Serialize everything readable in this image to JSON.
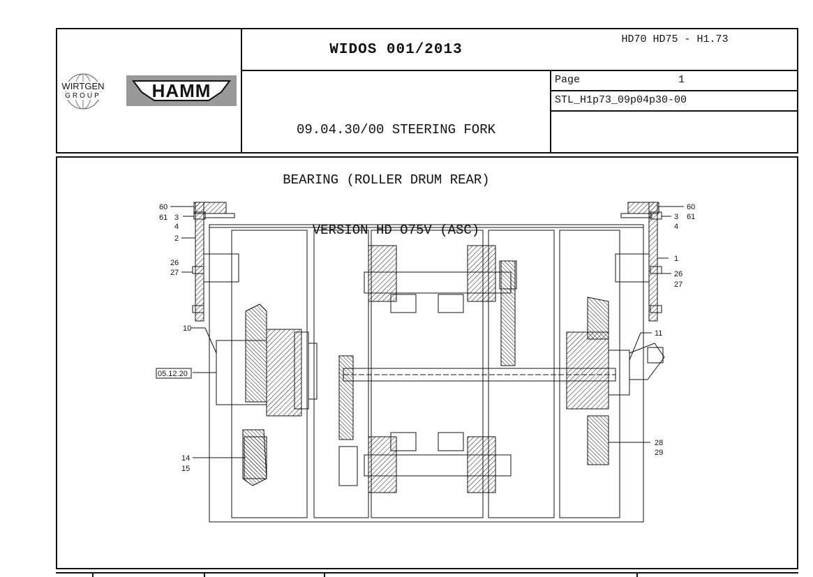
{
  "header": {
    "document_code": "WIDOS 001/2013",
    "models": "HD70 HD75 - H1.73",
    "description_lines": [
      "09.04.30/00 STEERING FORK",
      "BEARING (ROLLER DRUM REAR)",
      "VERSION HD O75V (ASC)"
    ],
    "page_label": "Page",
    "page_number": "1",
    "file_id": "STL_H1p73_09p04p30-00"
  },
  "logos": {
    "wirtgen_line1": "WIRTGEN",
    "wirtgen_line2": "GROUP",
    "hamm": "HAMM"
  },
  "drawing": {
    "callouts_left": [
      "60",
      "61",
      "3",
      "4",
      "2",
      "26",
      "27",
      "10",
      "05.12.20",
      "14",
      "15"
    ],
    "callouts_right": [
      "60",
      "3",
      "61",
      "4",
      "1",
      "26",
      "27",
      "11",
      "28",
      "29"
    ]
  }
}
